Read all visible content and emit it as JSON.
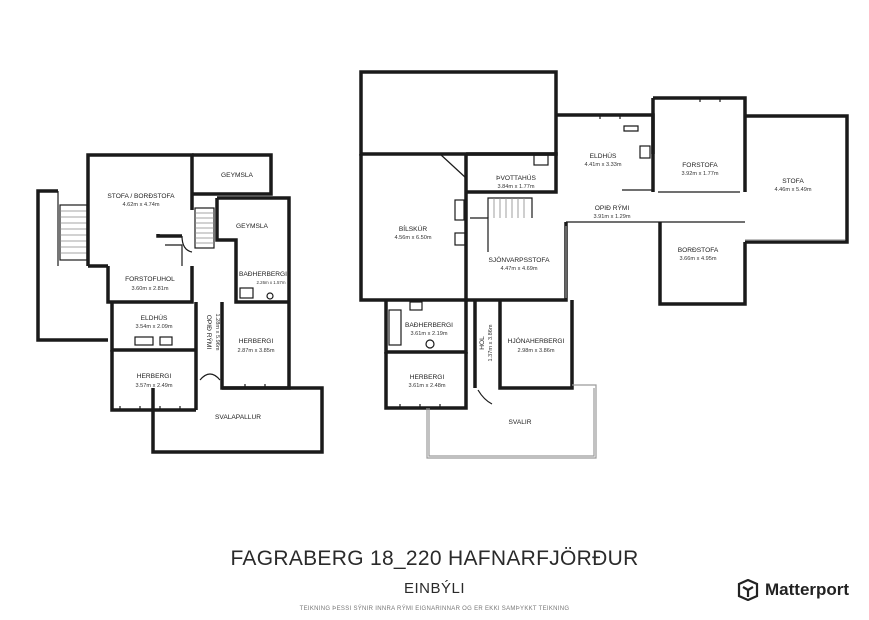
{
  "title": "FAGRABERG 18_220 HAFNARFJÖRÐUR",
  "subtitle": "EINBÝLI",
  "note": "TEIKNING ÞESSI SÝNIR INNRA RÝMI EIGNARINNAR OG ER EKKI SAMÞYKKT TEIKNING",
  "brand": "Matterport",
  "brand_icon": "matterport-logo-icon",
  "lower_floor": {
    "rooms": [
      {
        "name": "STOFA / BORÐSTOFA",
        "dim": "4.62m x 4.74m"
      },
      {
        "name": "GEYMSLA",
        "dim": ""
      },
      {
        "name": "GEYMSLA",
        "dim": ""
      },
      {
        "name": "FORSTOFUHOL",
        "dim": "3.60m x 2.81m"
      },
      {
        "name": "BAÐHERBERGI",
        "dim": "2.26m x 1.57m"
      },
      {
        "name": "ELDHÚS",
        "dim": "3.54m x 2.09m"
      },
      {
        "name": "OPIÐ RÝMI",
        "dim": "1.28m x 5.96m"
      },
      {
        "name": "HERBERGI",
        "dim": "2.87m x 3.85m"
      },
      {
        "name": "HERBERGI",
        "dim": "3.57m x 2.49m"
      },
      {
        "name": "SVALAPALLUR",
        "dim": ""
      }
    ]
  },
  "upper_floor": {
    "rooms": [
      {
        "name": "BÍLSKÚR",
        "dim": "4.56m x 6.50m"
      },
      {
        "name": "ÞVOTTAHÚS",
        "dim": "3.84m x 1.77m"
      },
      {
        "name": "ELDHÚS",
        "dim": "4.41m x 3.33m"
      },
      {
        "name": "FORSTOFA",
        "dim": "3.92m x 1.77m"
      },
      {
        "name": "STOFA",
        "dim": "4.46m x 5.49m"
      },
      {
        "name": "OPIÐ RÝMI",
        "dim": "3.91m x 1.29m"
      },
      {
        "name": "BORÐSTOFA",
        "dim": "3.66m x 4.95m"
      },
      {
        "name": "SJÓNVARPSSTOFA",
        "dim": "4.47m x 4.69m"
      },
      {
        "name": "BAÐHERBERGI",
        "dim": "3.61m x 2.19m"
      },
      {
        "name": "HOL",
        "dim": "1.37m x 3.86m"
      },
      {
        "name": "HJÓNAHERBERGI",
        "dim": "2.98m x 3.86m"
      },
      {
        "name": "HERBERGI",
        "dim": "3.61m x 2.48m"
      },
      {
        "name": "SVALIR",
        "dim": ""
      }
    ]
  }
}
